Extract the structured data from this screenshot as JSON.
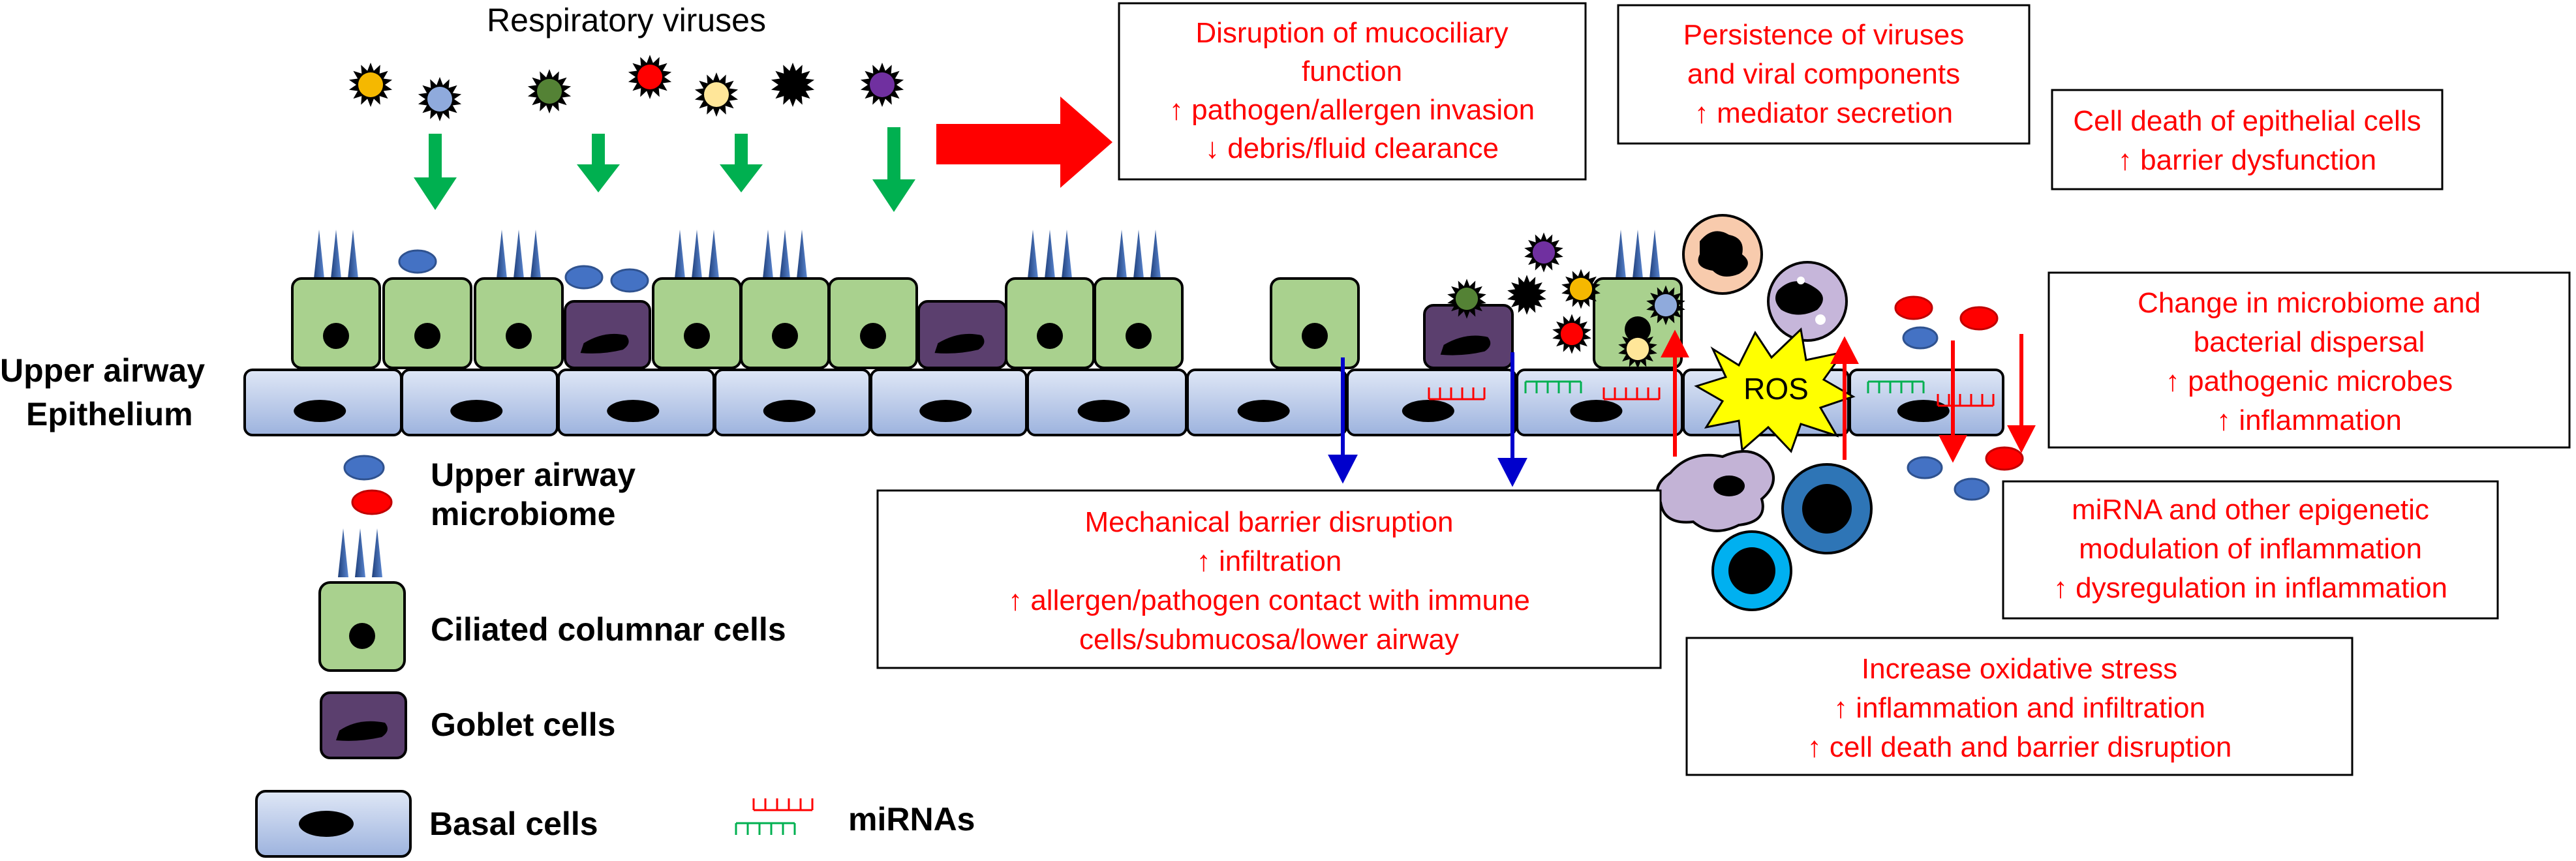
{
  "header": {
    "viruses_label": "Respiratory viruses",
    "epithelium_label_1": "Upper airway",
    "epithelium_label_2": "Epithelium",
    "ros_label": "ROS"
  },
  "legend": {
    "microbiome_1": "Upper airway",
    "microbiome_2": "microbiome",
    "ciliated": "Ciliated columnar cells",
    "goblet": "Goblet cells",
    "basal": "Basal cells",
    "mirna": "miRNAs"
  },
  "boxes": {
    "mucociliary": [
      "Disruption of mucociliary",
      "function",
      "↑ pathogen/allergen invasion",
      "↓ debris/fluid clearance"
    ],
    "persistence": [
      "Persistence of viruses",
      "and viral components",
      "↑ mediator secretion"
    ],
    "cell_death": [
      "Cell death of epithelial cells",
      "↑ barrier dysfunction"
    ],
    "microbiome_change": [
      "Change in microbiome and",
      "bacterial dispersal",
      "↑ pathogenic microbes",
      "↑ inflammation"
    ],
    "mirna_mod": [
      "miRNA and other epigenetic",
      "modulation of inflammation",
      "↑ dysregulation in inflammation"
    ],
    "mechanical": [
      "Mechanical barrier disruption",
      "↑ infiltration",
      "↑ allergen/pathogen contact with immune",
      "cells/submucosa/lower airway"
    ],
    "oxidative": [
      "Increase oxidative stress",
      "↑ inflammation and infiltration",
      "↑ cell death and barrier disruption"
    ]
  },
  "colors": {
    "text_red": "#ff0000",
    "ciliated_fill": "#a9d18e",
    "goblet_fill": "#5b3f6e",
    "basal_fill": "#b4c7e7",
    "cilia": "#2f5597",
    "arrow_green": "#00b050",
    "arrow_blue": "#0000cc",
    "arrow_red": "#ff0000",
    "ros_fill": "#ffff00",
    "microbe_blue": "#4472c4",
    "microbe_red": "#ff0000"
  }
}
